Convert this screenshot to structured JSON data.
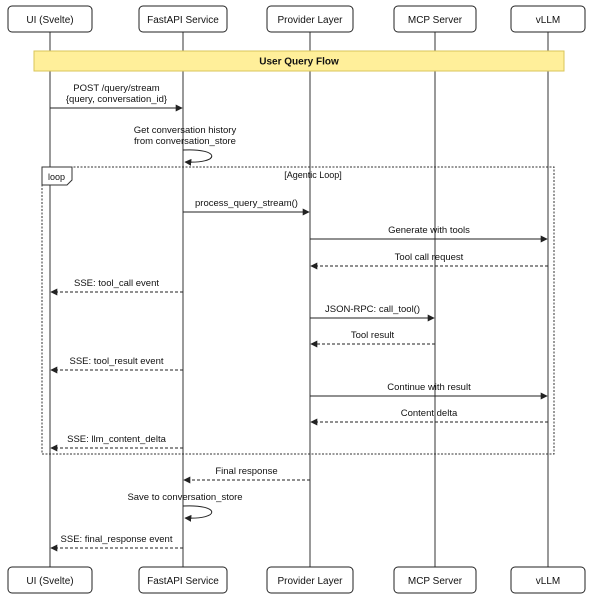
{
  "participants": [
    {
      "id": "ui",
      "label": "UI (Svelte)"
    },
    {
      "id": "fastapi",
      "label": "FastAPI Service"
    },
    {
      "id": "provider",
      "label": "Provider Layer"
    },
    {
      "id": "mcp",
      "label": "MCP Server"
    },
    {
      "id": "vllm",
      "label": "vLLM"
    }
  ],
  "note": {
    "text": "User Query Flow",
    "color": "#ffef9a"
  },
  "loop": {
    "tag": "loop",
    "title": "[Agentic Loop]"
  },
  "messages": [
    {
      "from": "ui",
      "to": "fastapi",
      "lines": [
        "POST /query/stream",
        "{query, conversation_id}"
      ],
      "style": "solid"
    },
    {
      "from": "fastapi",
      "to": "fastapi",
      "lines": [
        "Get conversation history",
        "from conversation_store"
      ],
      "style": "self"
    },
    {
      "from": "fastapi",
      "to": "provider",
      "lines": [
        "process_query_stream()"
      ],
      "style": "solid"
    },
    {
      "from": "provider",
      "to": "vllm",
      "lines": [
        "Generate with tools"
      ],
      "style": "solid"
    },
    {
      "from": "vllm",
      "to": "provider",
      "lines": [
        "Tool call request"
      ],
      "style": "dashed"
    },
    {
      "from": "fastapi",
      "to": "ui",
      "lines": [
        "SSE: tool_call event"
      ],
      "style": "dashed"
    },
    {
      "from": "provider",
      "to": "mcp",
      "lines": [
        "JSON-RPC: call_tool()"
      ],
      "style": "solid"
    },
    {
      "from": "mcp",
      "to": "provider",
      "lines": [
        "Tool result"
      ],
      "style": "dashed"
    },
    {
      "from": "fastapi",
      "to": "ui",
      "lines": [
        "SSE: tool_result event"
      ],
      "style": "dashed"
    },
    {
      "from": "provider",
      "to": "vllm",
      "lines": [
        "Continue with result"
      ],
      "style": "solid"
    },
    {
      "from": "vllm",
      "to": "provider",
      "lines": [
        "Content delta"
      ],
      "style": "dashed"
    },
    {
      "from": "fastapi",
      "to": "ui",
      "lines": [
        "SSE: llm_content_delta"
      ],
      "style": "dashed"
    },
    {
      "from": "provider",
      "to": "fastapi",
      "lines": [
        "Final response"
      ],
      "style": "dashed"
    },
    {
      "from": "fastapi",
      "to": "fastapi",
      "lines": [
        "Save to conversation_store"
      ],
      "style": "self"
    },
    {
      "from": "fastapi",
      "to": "ui",
      "lines": [
        "SSE: final_response event"
      ],
      "style": "dashed"
    }
  ]
}
